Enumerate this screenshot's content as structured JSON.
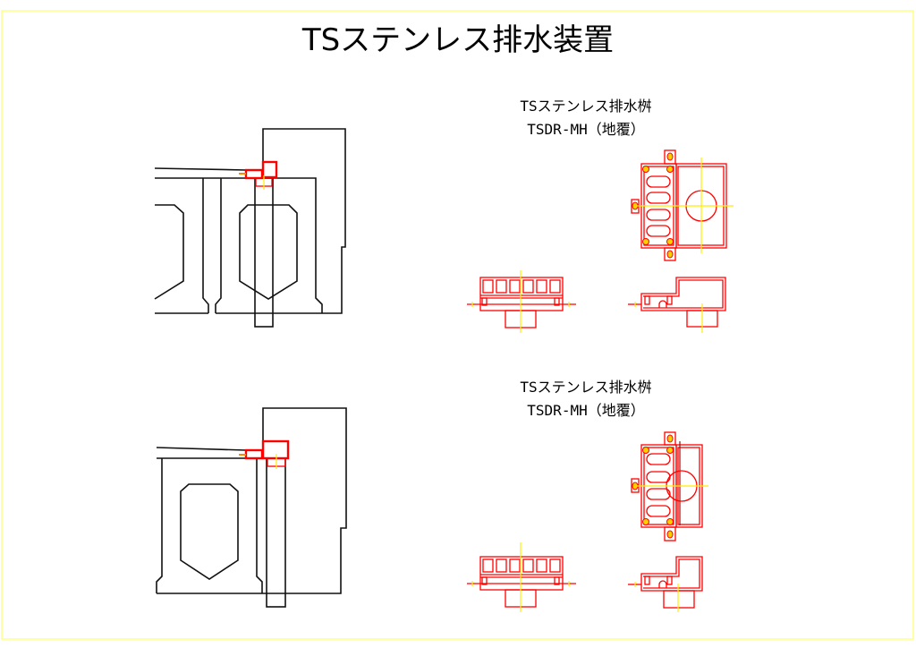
{
  "drawing": {
    "title": "TSステンレス排水装置",
    "details": [
      {
        "name": "TSステンレス排水桝",
        "model": "TSDR-MH（地覆）"
      },
      {
        "name": "TSステンレス排水桝",
        "model": "TSDR-MH（地覆）"
      }
    ]
  },
  "colors": {
    "frame": "#ffff66",
    "outline": "#111111",
    "part": "#ff0000",
    "centerline": "#ffee00"
  }
}
